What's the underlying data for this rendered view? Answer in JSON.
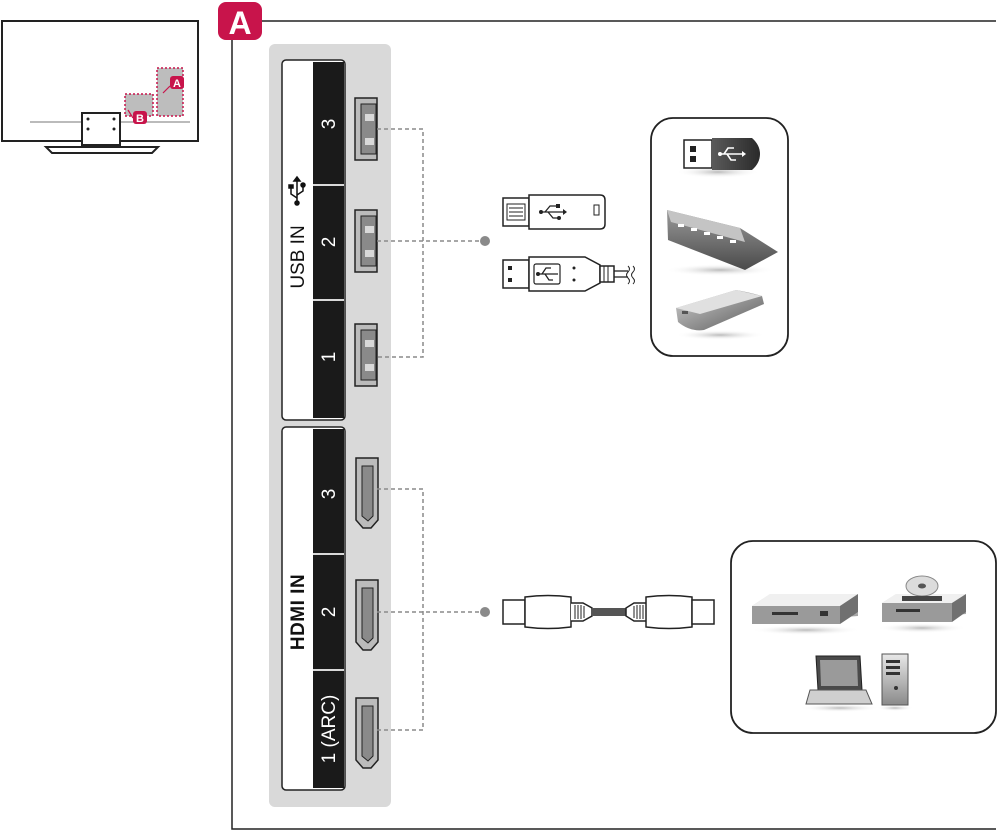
{
  "callouts": {
    "a": "A",
    "b": "B"
  },
  "usb": {
    "group_label": "USB IN",
    "ports": [
      "3",
      "2",
      "1"
    ]
  },
  "hdmi": {
    "group_label": "HDMI IN",
    "ports": [
      "3",
      "2",
      "1 (ARC)"
    ]
  },
  "colors": {
    "accent": "#c8144b",
    "panel": "#d9d9d9",
    "port_block": "#1a1a1a",
    "dashed_line": "#8a8a8a"
  },
  "icons": {
    "usb_devices": [
      "usb-flash-drive-icon",
      "usb-hub-icon",
      "external-hdd-icon"
    ],
    "usb_connectors": [
      "usb-stick-icon",
      "usb-cable-icon"
    ],
    "hdmi_connectors": [
      "hdmi-cable-icon"
    ],
    "hdmi_devices": [
      "dvd-player-icon",
      "blu-ray-player-icon",
      "laptop-icon",
      "desktop-pc-icon"
    ]
  }
}
